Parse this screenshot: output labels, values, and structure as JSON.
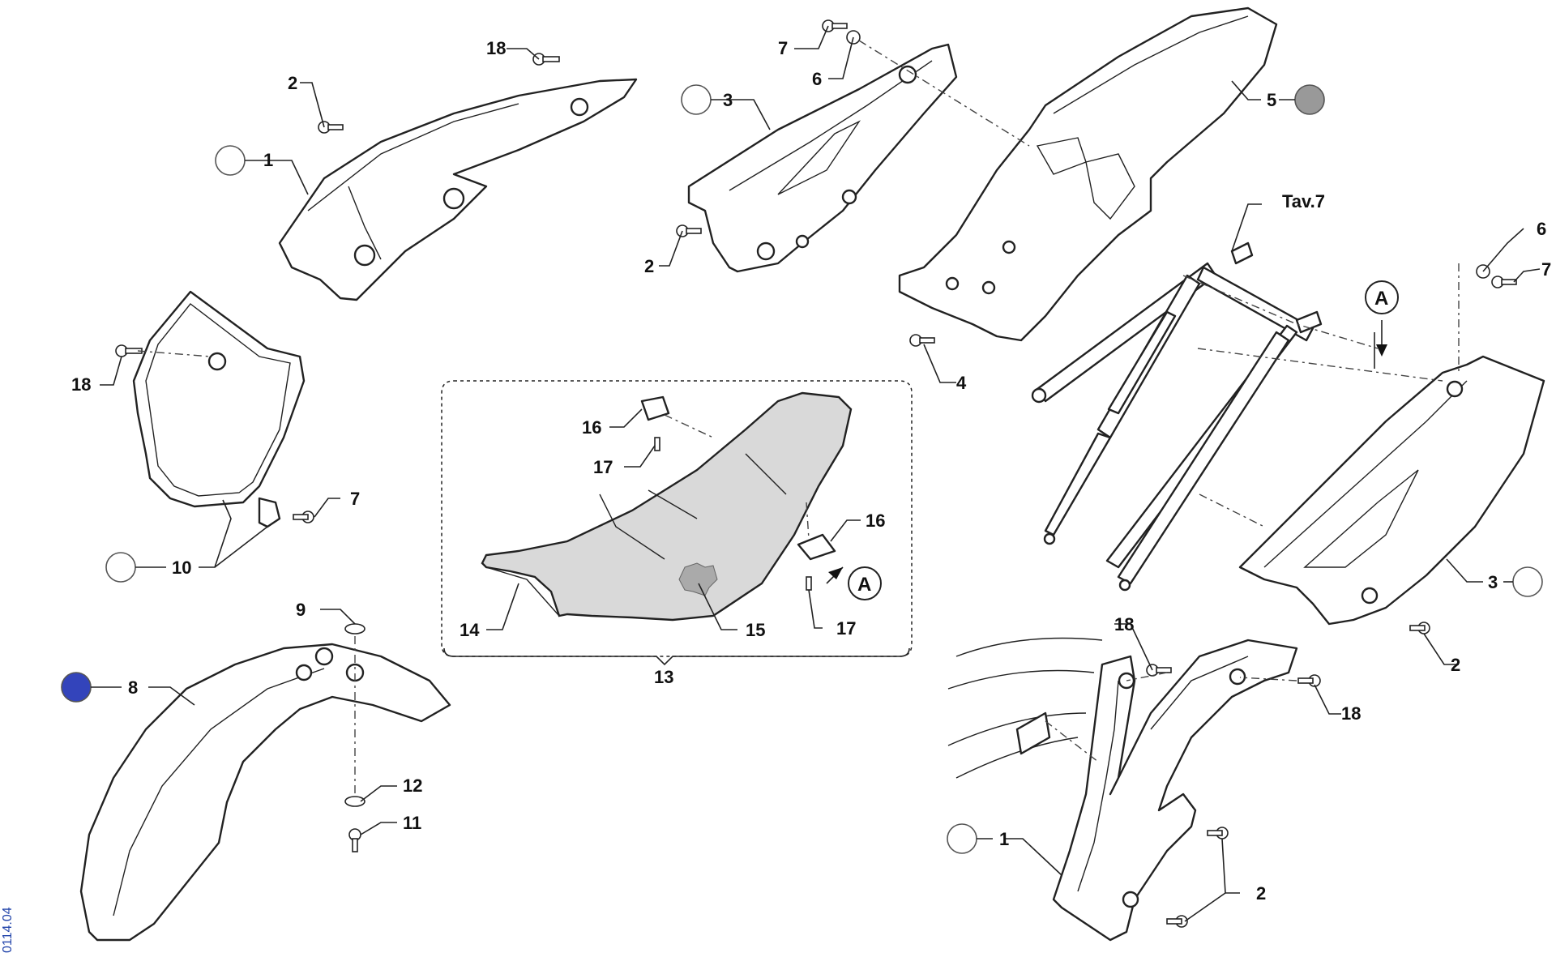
{
  "callouts": {
    "c1a": "1",
    "c1b": "1",
    "c2a": "2",
    "c2b": "2",
    "c2c": "2",
    "c2d": "2",
    "c3a": "3",
    "c3b": "3",
    "c4": "4",
    "c5": "5",
    "c6a": "6",
    "c6b": "6",
    "c7a": "7",
    "c7b": "7",
    "c7c": "7",
    "c8": "8",
    "c9": "9",
    "c10": "10",
    "c11": "11",
    "c12": "12",
    "c13": "13",
    "c14": "14",
    "c15": "15",
    "c16a": "16",
    "c16b": "16",
    "c17a": "17",
    "c17b": "17",
    "c18a": "18",
    "c18b": "18",
    "c18c": "18",
    "c18d": "18",
    "tav7": "Tav.7",
    "viewA1": "A",
    "viewA2": "A"
  },
  "drawing_code": "0114.04",
  "colors": {
    "marker_empty": "#ffffff",
    "marker_grey": "#999999",
    "marker_blue": "#3344bb",
    "code_text": "#2244aa",
    "seat_fill": "#d9d9d9"
  }
}
